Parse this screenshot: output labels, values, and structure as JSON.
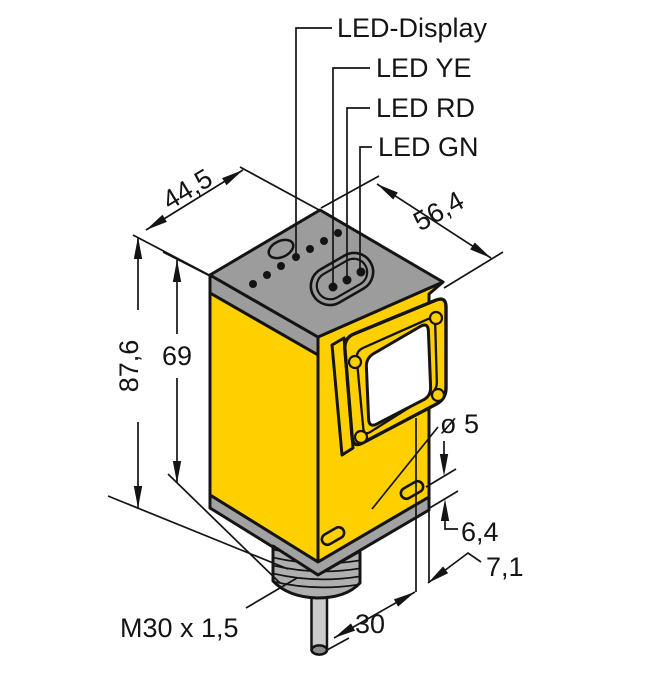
{
  "drawing": {
    "callouts": {
      "led_display": "LED-Display",
      "led_ye": "LED YE",
      "led_rd": "LED RD",
      "led_gn": "LED GN"
    },
    "dimensions": {
      "top_width": "44,5",
      "top_depth": "56,4",
      "housing_height": "69",
      "overall_height": "87,6",
      "hole_diameter": "ø 5",
      "flange_thickness": "6,4",
      "corner_offset": "7,1",
      "cable_length": "30",
      "thread_spec": "M30 x 1,5"
    },
    "colors": {
      "housing_yellow": "#ffd000",
      "lid_gray": "#9c9c9c",
      "plate_gray": "#a2a2a2",
      "thread_gray": "#afafaf",
      "cable_gray": "#cbcbcb",
      "cable_tip_gray": "#8d8d8d",
      "window_white": "#ffffff",
      "line_black": "#141414"
    }
  }
}
